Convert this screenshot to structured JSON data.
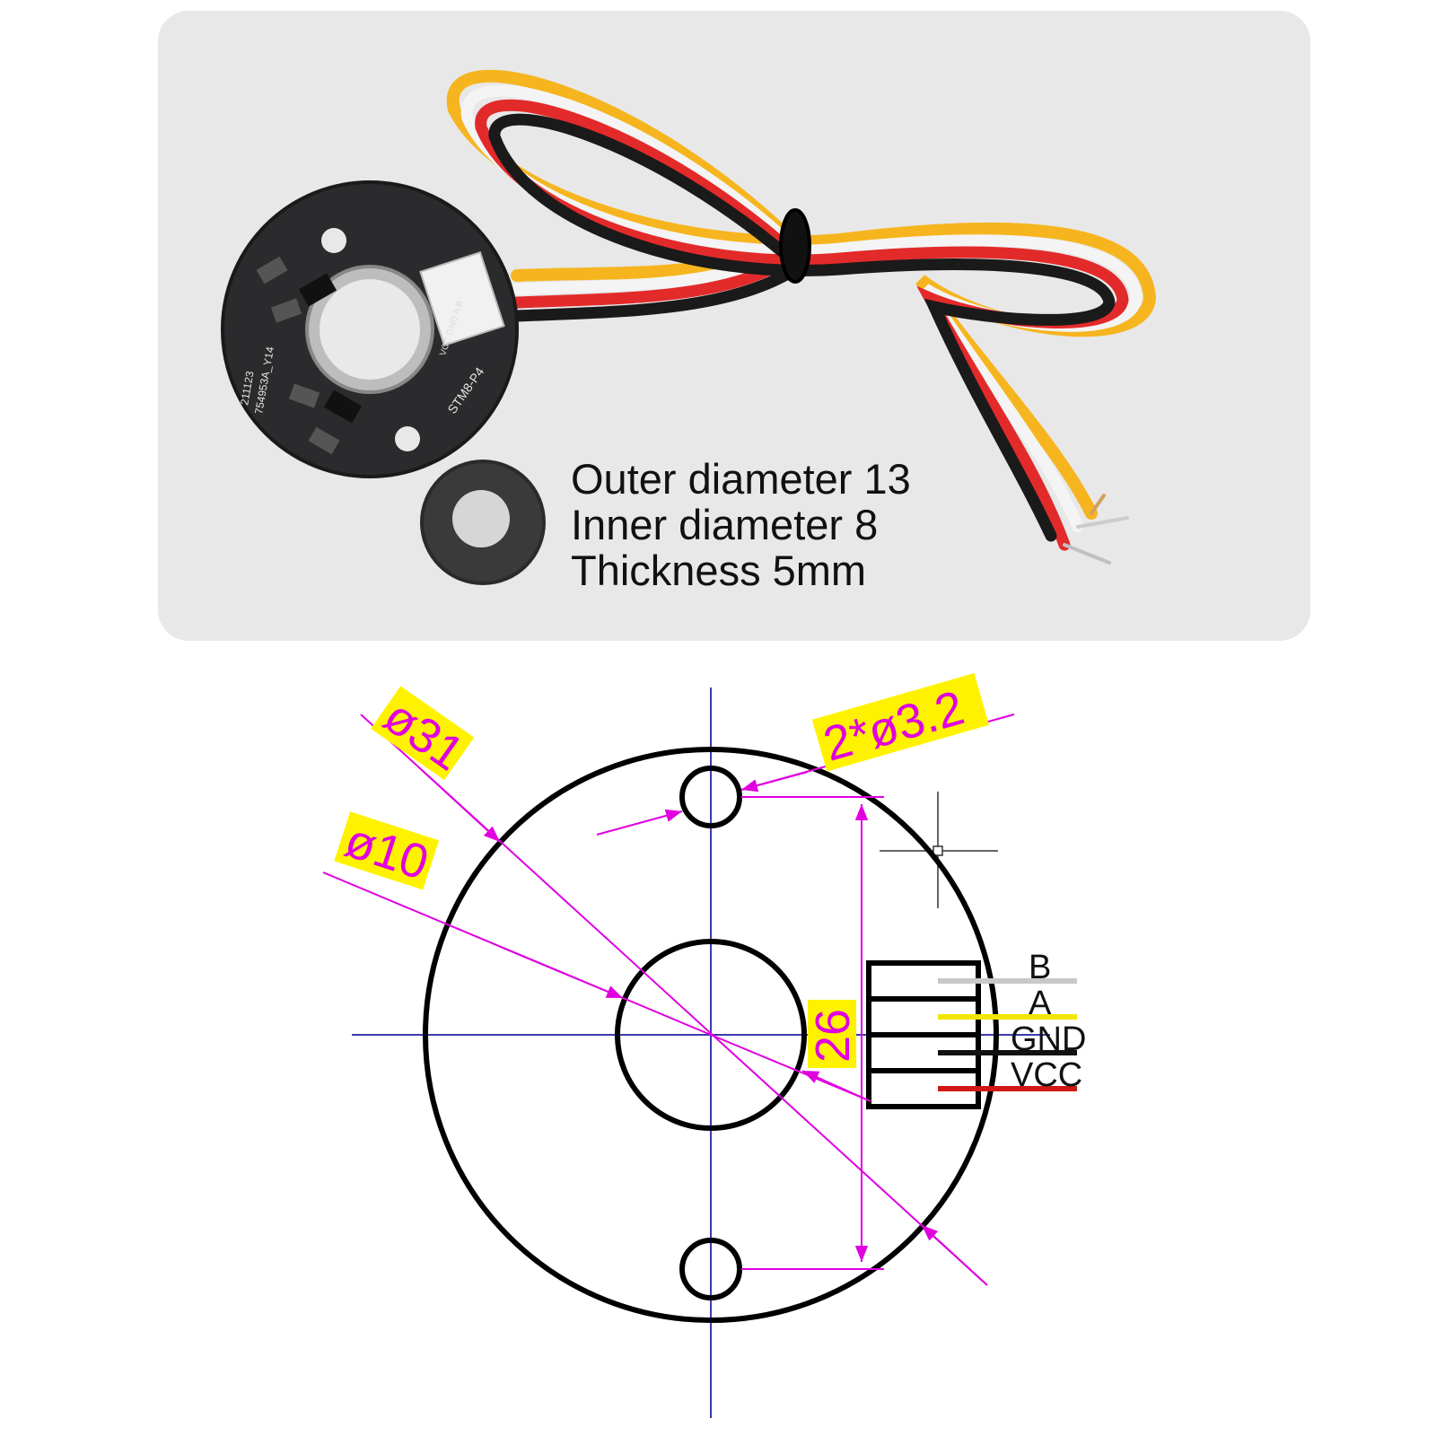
{
  "photo": {
    "pcb_silkscreen": {
      "model": "STM8-P4",
      "code_line1": "211123",
      "code_line2": "754953A_Y14",
      "connector_pins": "VCC GND A B"
    },
    "specs": [
      "Outer diameter 13",
      "Inner diameter 8",
      "Thickness 5mm"
    ],
    "wire_colors": {
      "black": "#1a1a1a",
      "red": "#e32a2a",
      "white": "#f4f4f4",
      "yellow": "#f6b51f"
    }
  },
  "drawing": {
    "dimensions": {
      "outer_diameter": "ø31",
      "inner_diameter": "ø10",
      "mounting_holes": "2*ø3.2",
      "hole_spacing": "26"
    },
    "pins": [
      {
        "label": "B",
        "wire_color": "#c8c8c8"
      },
      {
        "label": "A",
        "wire_color": "#f2e600"
      },
      {
        "label": "GND",
        "wire_color": "#111111"
      },
      {
        "label": "VCC",
        "wire_color": "#d01818"
      }
    ],
    "colors": {
      "dimension": "#e000e0",
      "highlight": "#fff200",
      "centerline": "#3a3ab0",
      "outline": "#000000"
    }
  }
}
